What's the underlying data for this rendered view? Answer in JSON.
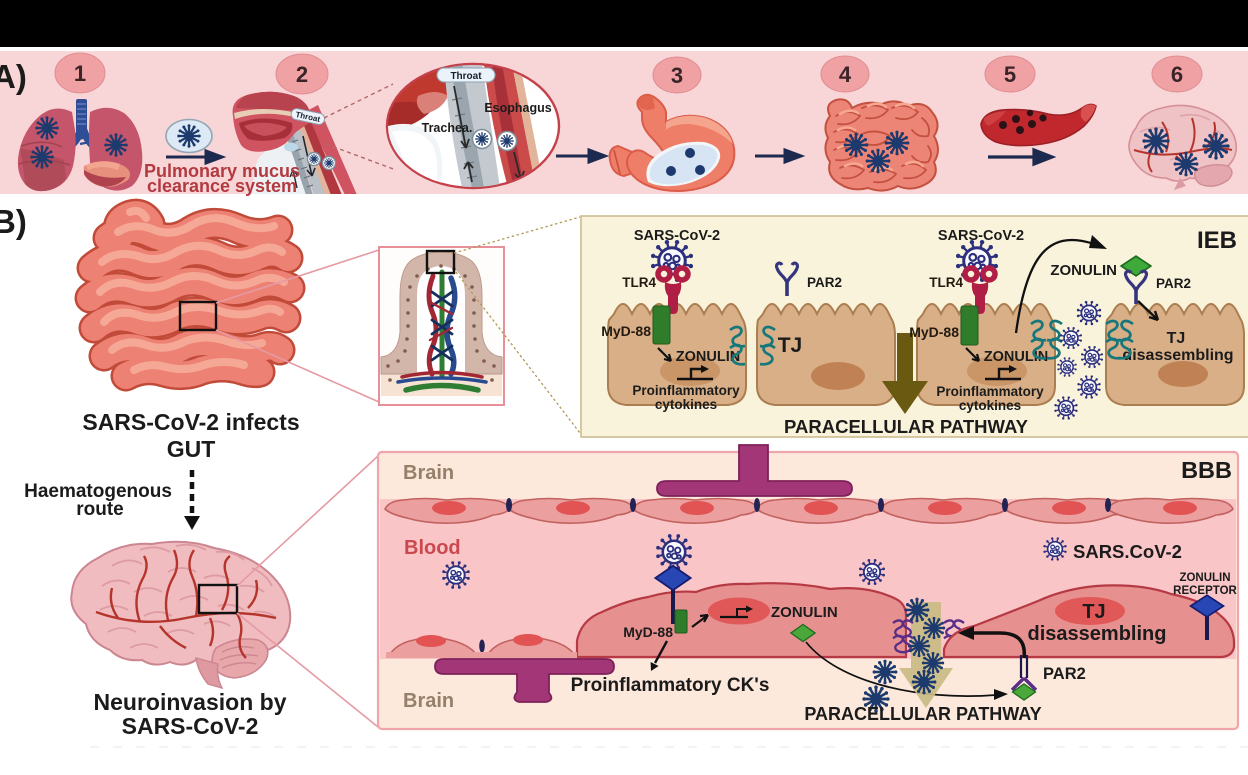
{
  "figure": {
    "panel_a": {
      "label": "A)",
      "step_numbers": [
        "1",
        "2",
        "3",
        "4",
        "5",
        "6"
      ],
      "pulmonary_caption": [
        "Pulmonary mucus",
        "clearance system"
      ],
      "magnifier_labels": {
        "throat": "Throat",
        "esophagus": "Esophagus",
        "trachea": "Trachea."
      }
    },
    "panel_b": {
      "label": "B)",
      "gut_caption": [
        "SARS-CoV-2 infects",
        "GUT"
      ],
      "route_caption": [
        "Haematogenous",
        "route"
      ],
      "brain_caption": [
        "Neuroinvasion by",
        "SARS-CoV-2"
      ]
    },
    "ieb": {
      "title": "IEB",
      "cell1": {
        "sars": "SARS-CoV-2",
        "tlr4": "TLR4",
        "myd88": "MyD-88",
        "zonulin": "ZONULIN",
        "cytokines": [
          "Proinflammatory",
          "cytokines"
        ]
      },
      "cell2": {
        "par2": "PAR2",
        "tj": "TJ"
      },
      "cell3": {
        "sars": "SARS-CoV-2",
        "tlr4": "TLR4",
        "myd88": "MyD-88",
        "zonulin": "ZONULIN",
        "cytokines": [
          "Proinflammatory",
          "cytokines"
        ]
      },
      "cell4": {
        "zonulin": "ZONULIN",
        "par2": "PAR2",
        "tj_disassembling": [
          "TJ",
          "disassembling"
        ]
      },
      "pathway": "PARACELLULAR PATHWAY"
    },
    "bbb": {
      "title": "BBB",
      "regions": {
        "brain_top": "Brain",
        "blood": "Blood",
        "brain_bottom": "Brain"
      },
      "sars": "SARS.CoV-2",
      "zonulin_receptor": [
        "ZONULIN",
        "RECEPTOR"
      ],
      "myd88": "MyD-88",
      "zonulin": "ZONULIN",
      "proinflammatory": "Proinflammatory CK's",
      "tj_disassembling": [
        "TJ",
        "disassembling"
      ],
      "par2": "PAR2",
      "pathway": "PARACELLULAR PATHWAY"
    },
    "colors": {
      "top_bar": "#000000",
      "panel_a_bg": "#f8d5d6",
      "ieb_bg": "#faf3db",
      "bbb_bg": "#fce9dc",
      "blood_band": "#f9c5c7",
      "virus_navy": "#1d3a6e",
      "caption_red": "#b23a40",
      "zonulin_green": "#3fa93a",
      "receptor_blue": "#2846b4",
      "astrocyte_purple": "#a23677",
      "myd88_green": "#2f7d2b",
      "tlr4_crimson": "#b01d45",
      "tj_teal": "#17777b",
      "olive_arrow": "#6a5a11",
      "tan_arrow": "#c9ba84",
      "brain_label": "#96806a",
      "blood_label": "#c9494f"
    }
  }
}
